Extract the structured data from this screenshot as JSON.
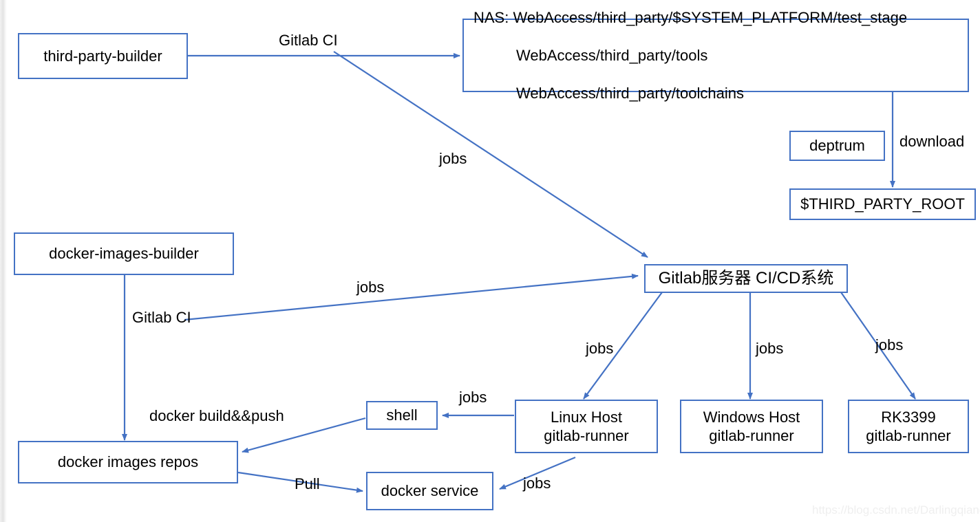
{
  "diagram": {
    "title": "Gitlab CI/CD build pipeline architecture",
    "accent_color": "#4472C4",
    "text_color": "#000000",
    "background_color": "#ffffff"
  },
  "nodes": {
    "third_party_builder": "third-party-builder",
    "nas_line1": "NAS: WebAccess/third_party/$SYSTEM_PLATFORM/test_stage",
    "nas_line2": "WebAccess/third_party/tools",
    "nas_line3": "WebAccess/third_party/toolchains",
    "deptrum": "deptrum",
    "third_party_root": "$THIRD_PARTY_ROOT",
    "docker_images_builder": "docker-images-builder",
    "gitlab_server": "Gitlab服务器 CI/CD系统",
    "linux_host": "Linux Host\ngitlab-runner",
    "windows_host": "Windows Host\ngitlab-runner",
    "rk3399_host": "RK3399\ngitlab-runner",
    "shell": "shell",
    "docker_images_repos": "docker images repos",
    "docker_service": "docker service"
  },
  "edge_labels": {
    "gitlab_ci_top": "Gitlab CI",
    "jobs_top": "jobs",
    "download": "download",
    "jobs_builder_to_gitlab": "jobs",
    "gitlab_ci_builder": "Gitlab CI",
    "jobs_linux": "jobs",
    "jobs_windows": "jobs",
    "jobs_rk3399": "jobs",
    "jobs_shell": "jobs",
    "jobs_docker_service": "jobs",
    "docker_build_push": "docker build&&push",
    "pull": "Pull"
  },
  "watermark": {
    "text": "https://blog.csdn.net/Darlingqiang"
  }
}
